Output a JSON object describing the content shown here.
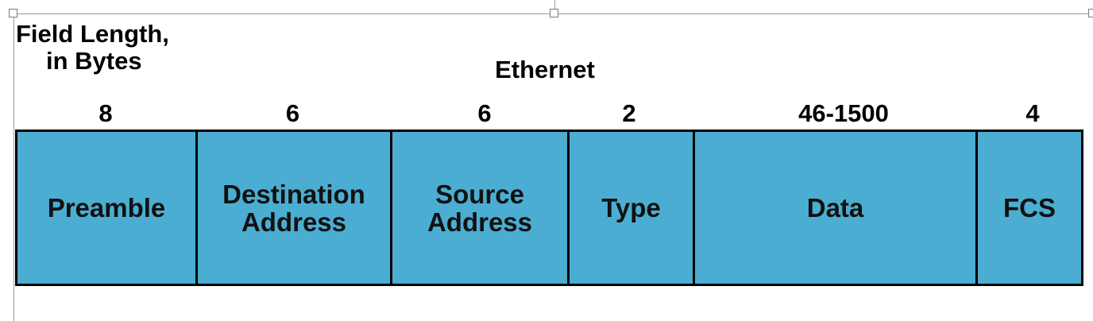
{
  "caption": {
    "line1": "Field Length,",
    "line2": "in Bytes"
  },
  "frame_title": "Ethernet",
  "fields": [
    {
      "name": "Preamble",
      "length": "8"
    },
    {
      "name": "Destination\nAddress",
      "length": "6"
    },
    {
      "name": "Source\nAddress",
      "length": "6"
    },
    {
      "name": "Type",
      "length": "2"
    },
    {
      "name": "Data",
      "length": "46-1500"
    },
    {
      "name": "FCS",
      "length": "4"
    }
  ],
  "colors": {
    "field_fill": "#4badd2",
    "border": "#000000"
  }
}
